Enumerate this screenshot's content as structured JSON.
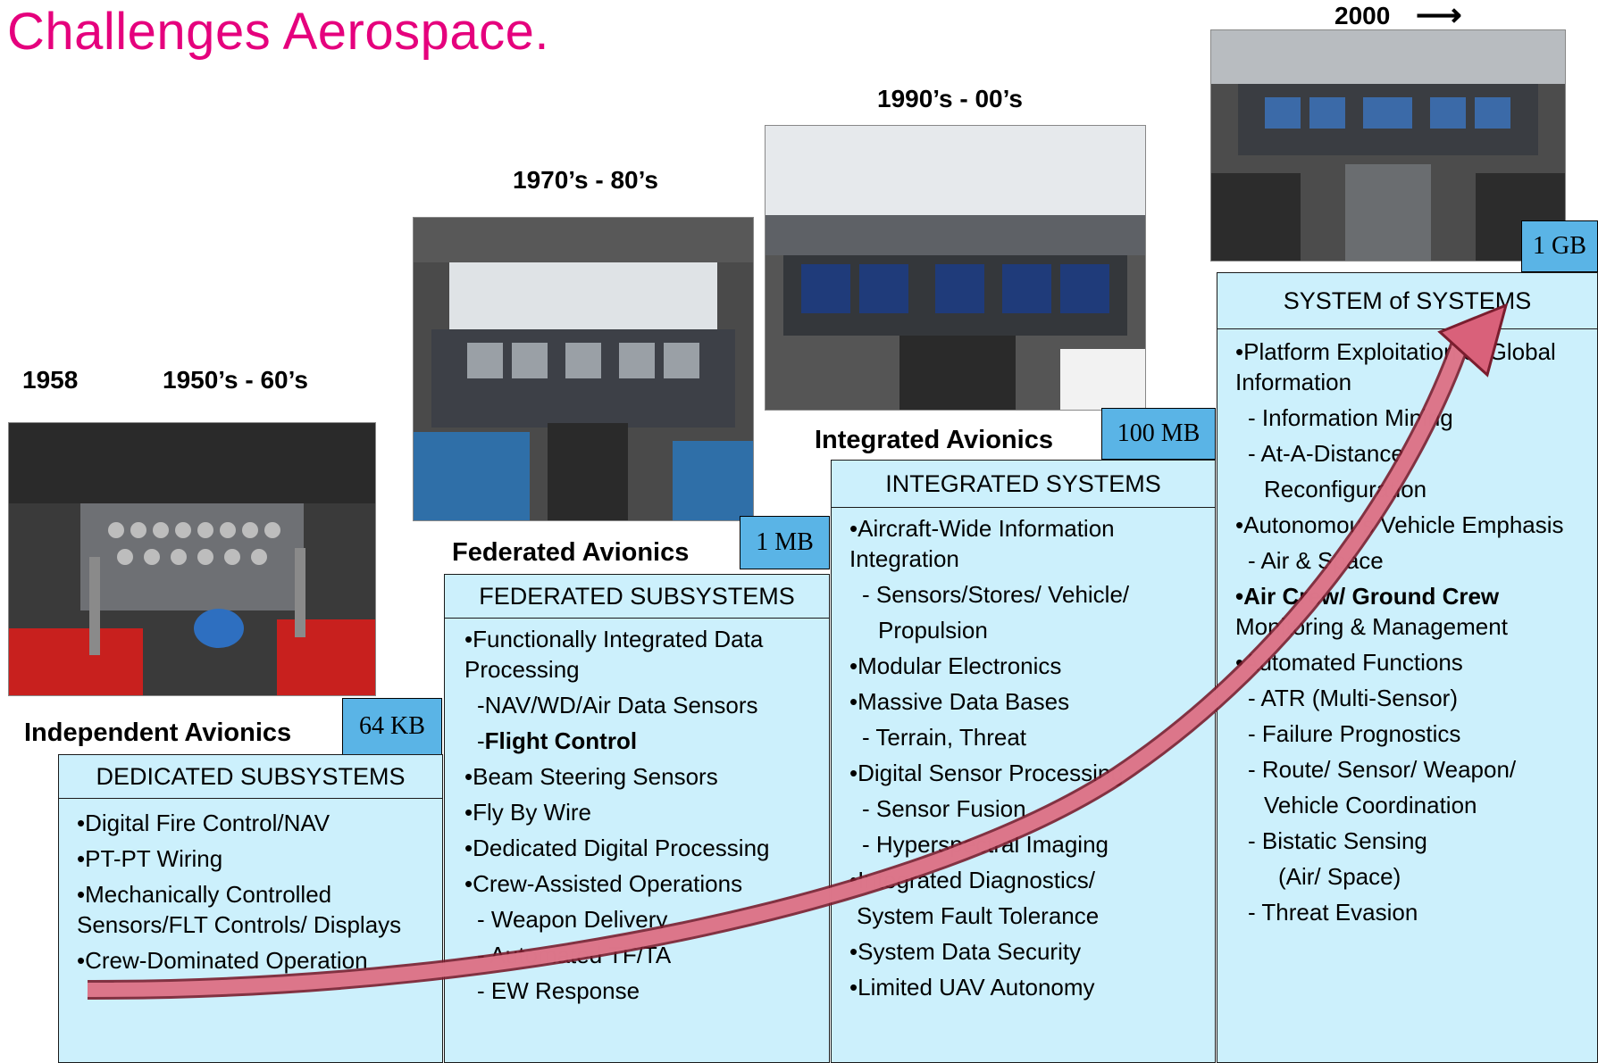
{
  "title": "Challenges Aerospace.",
  "year_1958": "1958",
  "year_2000": "2000",
  "year_2000_arrow": "⟶",
  "eras": [
    {
      "label": "1950’s - 60’s",
      "architecture": "Independent  Avionics",
      "memory": "64 KB",
      "header": "DEDICATED SUBSYSTEMS",
      "items": [
        "•Digital Fire Control/NAV",
        "•PT-PT Wiring",
        "•Mechanically Controlled Sensors/FLT Controls/ Displays",
        "•Crew-Dominated Operation"
      ]
    },
    {
      "label": "1970’s - 80’s",
      "architecture": "Federated  Avionics",
      "memory": "1 MB",
      "header": "FEDERATED SUBSYSTEMS",
      "items": [
        "•Functionally Integrated Data Processing",
        "-NAV/WD/Air Data Sensors",
        "-",
        "Flight Control",
        "•Beam Steering Sensors",
        "•Fly By Wire",
        "•Dedicated Digital Processing",
        "•Crew-Assisted Operations",
        "- Weapon Delivery",
        "- Automated TF/TA",
        "- EW Response"
      ]
    },
    {
      "label": "1990’s - 00’s",
      "architecture": "Integrated  Avionics",
      "memory": "100 MB",
      "header": "INTEGRATED SYSTEMS",
      "items": [
        "•Aircraft-Wide Information Integration",
        "- Sensors/Stores/ Vehicle/",
        "Propulsion",
        "•Modular Electronics",
        "•Massive Data Bases",
        "- Terrain, Threat",
        "•Digital Sensor Processing",
        "- Sensor Fusion",
        "- Hyperspectral Imaging",
        "•Integrated Diagnostics/",
        "System Fault Tolerance",
        "•System Data Security",
        "•Limited UAV Autonomy"
      ]
    },
    {
      "label": "2000",
      "memory": "1 GB",
      "header": "SYSTEM of SYSTEMS",
      "items": [
        "•Platform Exploitation of Global Information",
        "- Information Mining",
        "- At-A-Distance",
        "Reconfiguration",
        "•Autonomous Vehicle Emphasis",
        "- Air & Space",
        "•Air Crew/ Ground Crew",
        "Monitoring & Management",
        "•Automated Functions",
        "- ATR (Multi-Sensor)",
        "- Failure Prognostics",
        "- Route/ Sensor/ Weapon/",
        "Vehicle Coordination",
        "- Bistatic Sensing",
        "(Air/ Space)",
        "- Threat Evasion"
      ]
    }
  ],
  "colors": {
    "title": "#e5007d",
    "panel": "#ccf0fc",
    "memory_box": "#5ab4e6",
    "arrow": "#d9617a"
  }
}
